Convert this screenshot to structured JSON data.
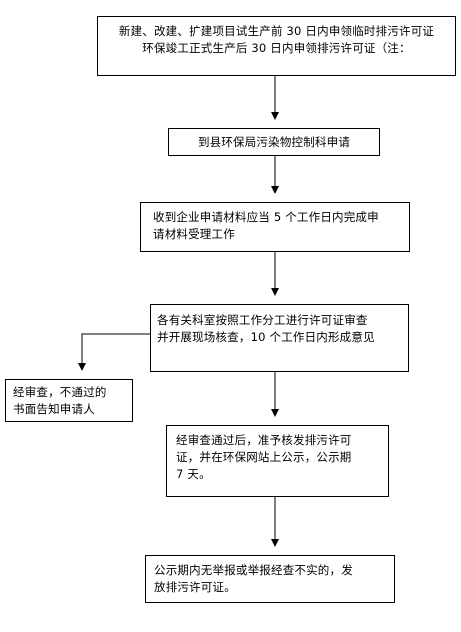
{
  "flowchart": {
    "step1": {
      "line1": "新建、改建、扩建项目试生产前 30 日内申领临时排污许可证",
      "line2": "环保竣工正式生产后 30 日内申领排污许可证（注："
    },
    "step2": {
      "line1": "到县环保局污染物控制科申请"
    },
    "step3": {
      "line1": "收到企业申请材料应当 5 个工作日内完成申",
      "line2": "请材料受理工作"
    },
    "step4": {
      "line1": "各有关科室按照工作分工进行许可证审查",
      "line2": "并开展现场核查，10 个工作日内形成意见"
    },
    "reject": {
      "line1": "经审查，不通过的",
      "line2": "书面告知申请人"
    },
    "step5": {
      "line1": "经审查通过后，准予核发排污许可",
      "line2": "证，并在环保网站上公示，公示期",
      "line3": "7 天。"
    },
    "step6": {
      "line1": "公示期内无举报或举报经查不实的，发",
      "line2": "放排污许可证。"
    }
  }
}
